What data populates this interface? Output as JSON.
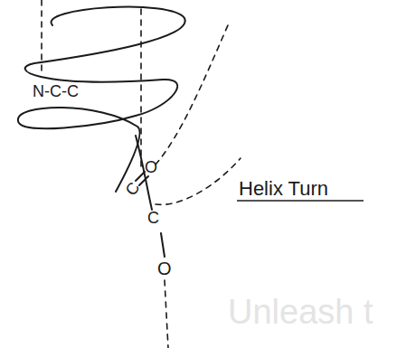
{
  "diagram": {
    "labels": [
      "N-C-C",
      "C",
      "O",
      "C",
      "O",
      "Helix Turn",
      "Unleash t"
    ]
  }
}
